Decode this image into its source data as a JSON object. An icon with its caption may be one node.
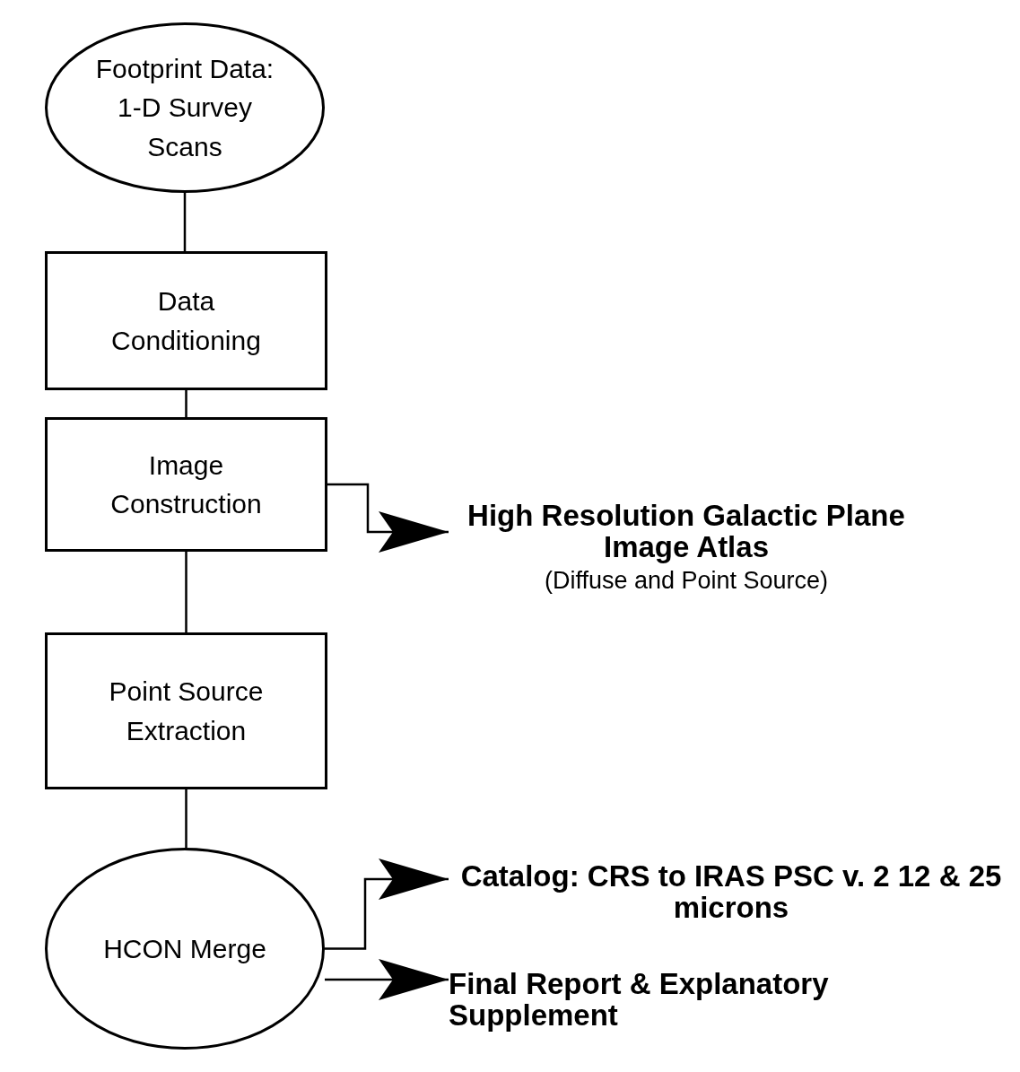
{
  "diagram": {
    "nodes": [
      {
        "text": [
          "Footprint Data: 1-D Survey Scans"
        ]
      },
      {
        "text": [
          "Data Conditioning"
        ]
      },
      {
        "text": [
          "Image Construction"
        ]
      },
      {
        "text": [
          "Point Source Extraction"
        ]
      },
      {
        "text": [
          "High Resolution Galactic Plane Image Atlas",
          "(Diffuse and Point Source)"
        ]
      },
      {
        "text": [
          "HCON Merge"
        ]
      },
      {
        "text": [
          "Catalog:  CRS to IRAS PSC v. 2 12 & 25 microns"
        ]
      },
      {
        "text": [
          "Final Report & Explanatory Supplement"
        ]
      }
    ],
    "edges": [
      {
        "from": 0,
        "to": 1,
        "arrow": "none"
      },
      {
        "from": 1,
        "to": 2,
        "arrow": "none"
      },
      {
        "from": 2,
        "to": 3,
        "arrow": "none"
      },
      {
        "from": 2,
        "to": 4,
        "arrow": "to"
      },
      {
        "from": 3,
        "to": 5,
        "arrow": "none"
      },
      {
        "from": 5,
        "to": 6,
        "arrow": "to"
      },
      {
        "from": 5,
        "to": 7,
        "arrow": "to"
      }
    ]
  }
}
